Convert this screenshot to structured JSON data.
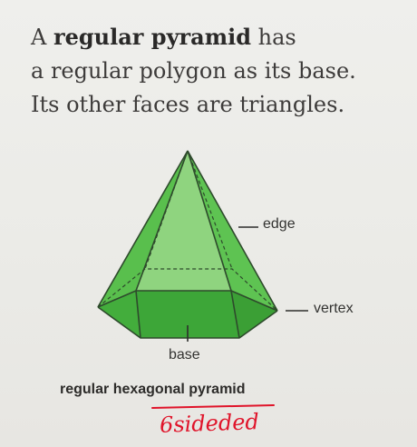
{
  "text": {
    "line1_prefix": "A ",
    "line1_bold": "regular pyramid",
    "line1_suffix": " has",
    "line2": "a regular polygon as its base.",
    "line3": "Its other faces are triangles."
  },
  "figure": {
    "label_edge": "edge",
    "label_vertex": "vertex",
    "label_base": "base",
    "caption": "regular hexagonal pyramid"
  },
  "handwriting": {
    "note": "6sideded"
  },
  "colors": {
    "face_light": "#8fd47f",
    "face_mid": "#5cc04f",
    "face_dark": "#3ca136",
    "edge": "#2e4a2c",
    "handwriting": "#e0142a"
  }
}
